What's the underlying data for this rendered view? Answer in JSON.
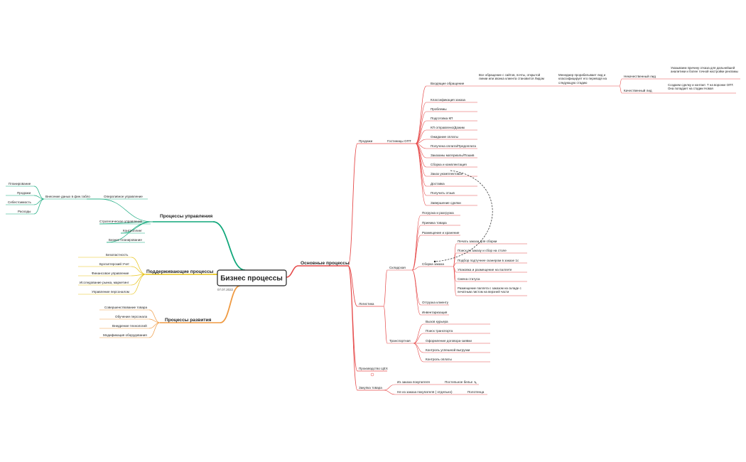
{
  "root": {
    "title": "Бизнес процессы",
    "date": "07.07.2022"
  },
  "colors": {
    "main": "#e64a4a",
    "mgmt": "#10a77a",
    "support": "#e8c41a",
    "dev": "#ef9a42",
    "dashed": "#222222"
  },
  "branches": {
    "main": "Основные процессы",
    "mgmt": "Процессы управления",
    "support": "Поддерживающие процессы",
    "dev": "Процессы развития"
  },
  "mgmt": {
    "operational": "Оперативное управление",
    "data_entry": "Внесение даных в фин.табло",
    "data_items": [
      "Планирование",
      "Продажи",
      "Себестоимость",
      "Расходы"
    ],
    "strategic": "Стратегическое управление",
    "control": "Контроллинг",
    "planning": "Бизнес планирование"
  },
  "support": {
    "items": [
      "Безопастность",
      "Бухгалтерский Учет",
      "Финансовое управление",
      "Исследование рынка, маркетинг",
      "Управление персоналом"
    ]
  },
  "dev": {
    "items": [
      "Совершенствование товара",
      "Обучение персонала",
      "Внедрение технологий",
      "Модификация оборудования"
    ]
  },
  "main": {
    "sales": "Продажи",
    "guests": "Гостиницы ОПТ",
    "incoming": "Входящие обращение",
    "incoming_desc": "Все обращение с сайтов, почты, открытой линии или звонка клиента становится Лидом",
    "manager_desc": "Менеджер прорабатывает лид и классифицирует его переводя на следующую стадию",
    "bad_lead": "Некачественный лид",
    "bad_lead_desc": "Указываем причину отказа для дальнейшей аналитики и более точной настройки рекламы",
    "good_lead": "Качественный лид",
    "good_lead_desc": "Создаем сделку и контакт. Т на воронке ОПТ. Она попадает на стадии Новая",
    "sales_steps": [
      "Классификация заказа",
      "Проблемы",
      "Подготовка КП",
      "КП отправлено/Дожим",
      "Ожидание оплаты",
      "Получена оплата/Предоплата",
      "Заказаны материалы/Пошив",
      "Сборка и комплектация",
      "Заказ укомплектован",
      "Доставка",
      "Получить отзыв",
      "Завершение сделки"
    ],
    "logistics": "Логистика",
    "warehouse": "Складская",
    "warehouse_items": [
      "Погрузка и разгрузка",
      "Приемка товара",
      "Размещение и хранение"
    ],
    "order_assembly": "Сборка заказа",
    "assembly_items": [
      "Печать заказа для сборки",
      "Поиск по заказу и сбор на столе",
      "Подбор подтучнее сканером в заказе 1с",
      "Упаковка и размещение на паллете",
      "Смена статуса",
      "Размещение паллета с заказом на складе с печатным листом на верхней части"
    ],
    "warehouse_items2": [
      "Отгрузка клиенту",
      "Инвентаризация"
    ],
    "transport": "Транспортная",
    "transport_items": [
      "Вызов курьера",
      "Поиск транспорта",
      "Оформление договора-заявки",
      "Контроль успешной выгрузки",
      "Контроль оплаты"
    ],
    "production": "Производство ЦЕХ",
    "purchasing": "Закупка товара",
    "from_order": "Из заказа покупателя",
    "linen": "Постельное белье",
    "not_from_order": "Не из заказа покупателя ( отдельно)",
    "towel": "Полотенца"
  }
}
